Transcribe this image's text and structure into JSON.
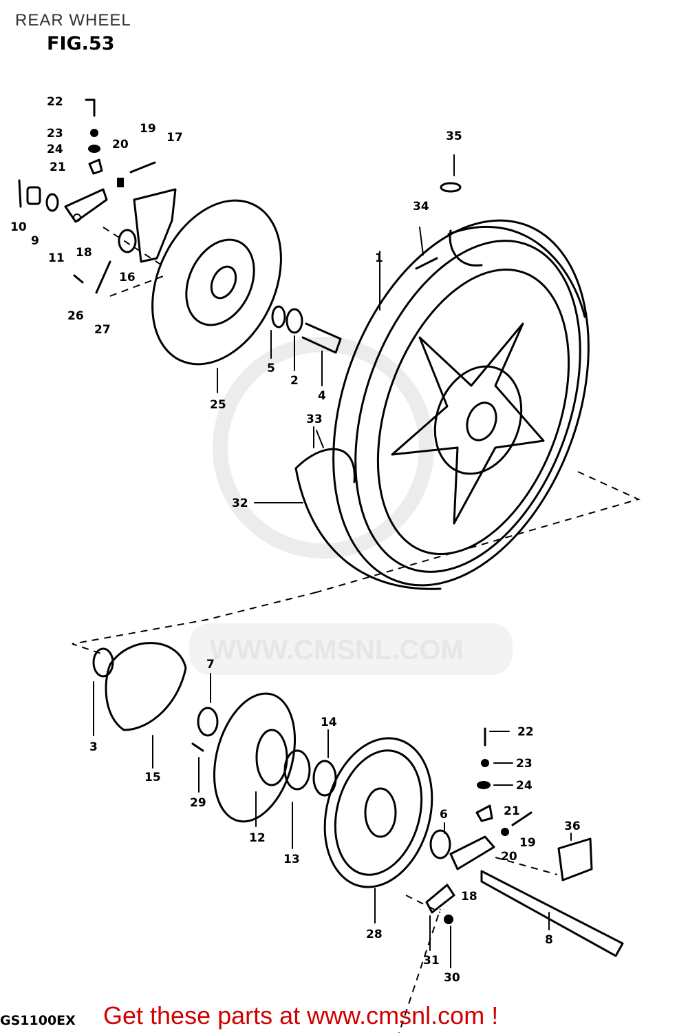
{
  "page": {
    "title": "REAR WHEEL",
    "figure_label": "FIG.53",
    "model_code": "GS1100EX",
    "watermark": "WWW.CMSNL.COM",
    "footer": "Get these parts at www.cmsnl.com !"
  },
  "colors": {
    "footer_text": "#d00000",
    "line_art": "#000000",
    "watermark": "#e6e6e6"
  },
  "callouts": [
    "22",
    "23",
    "24",
    "21",
    "19",
    "20",
    "17",
    "10",
    "9",
    "11",
    "18",
    "16",
    "26",
    "27",
    "35",
    "34",
    "1",
    "25",
    "5",
    "2",
    "4",
    "33",
    "32",
    "3",
    "15",
    "7",
    "14",
    "29",
    "12",
    "13",
    "28",
    "6",
    "31",
    "30",
    "8",
    "36"
  ]
}
